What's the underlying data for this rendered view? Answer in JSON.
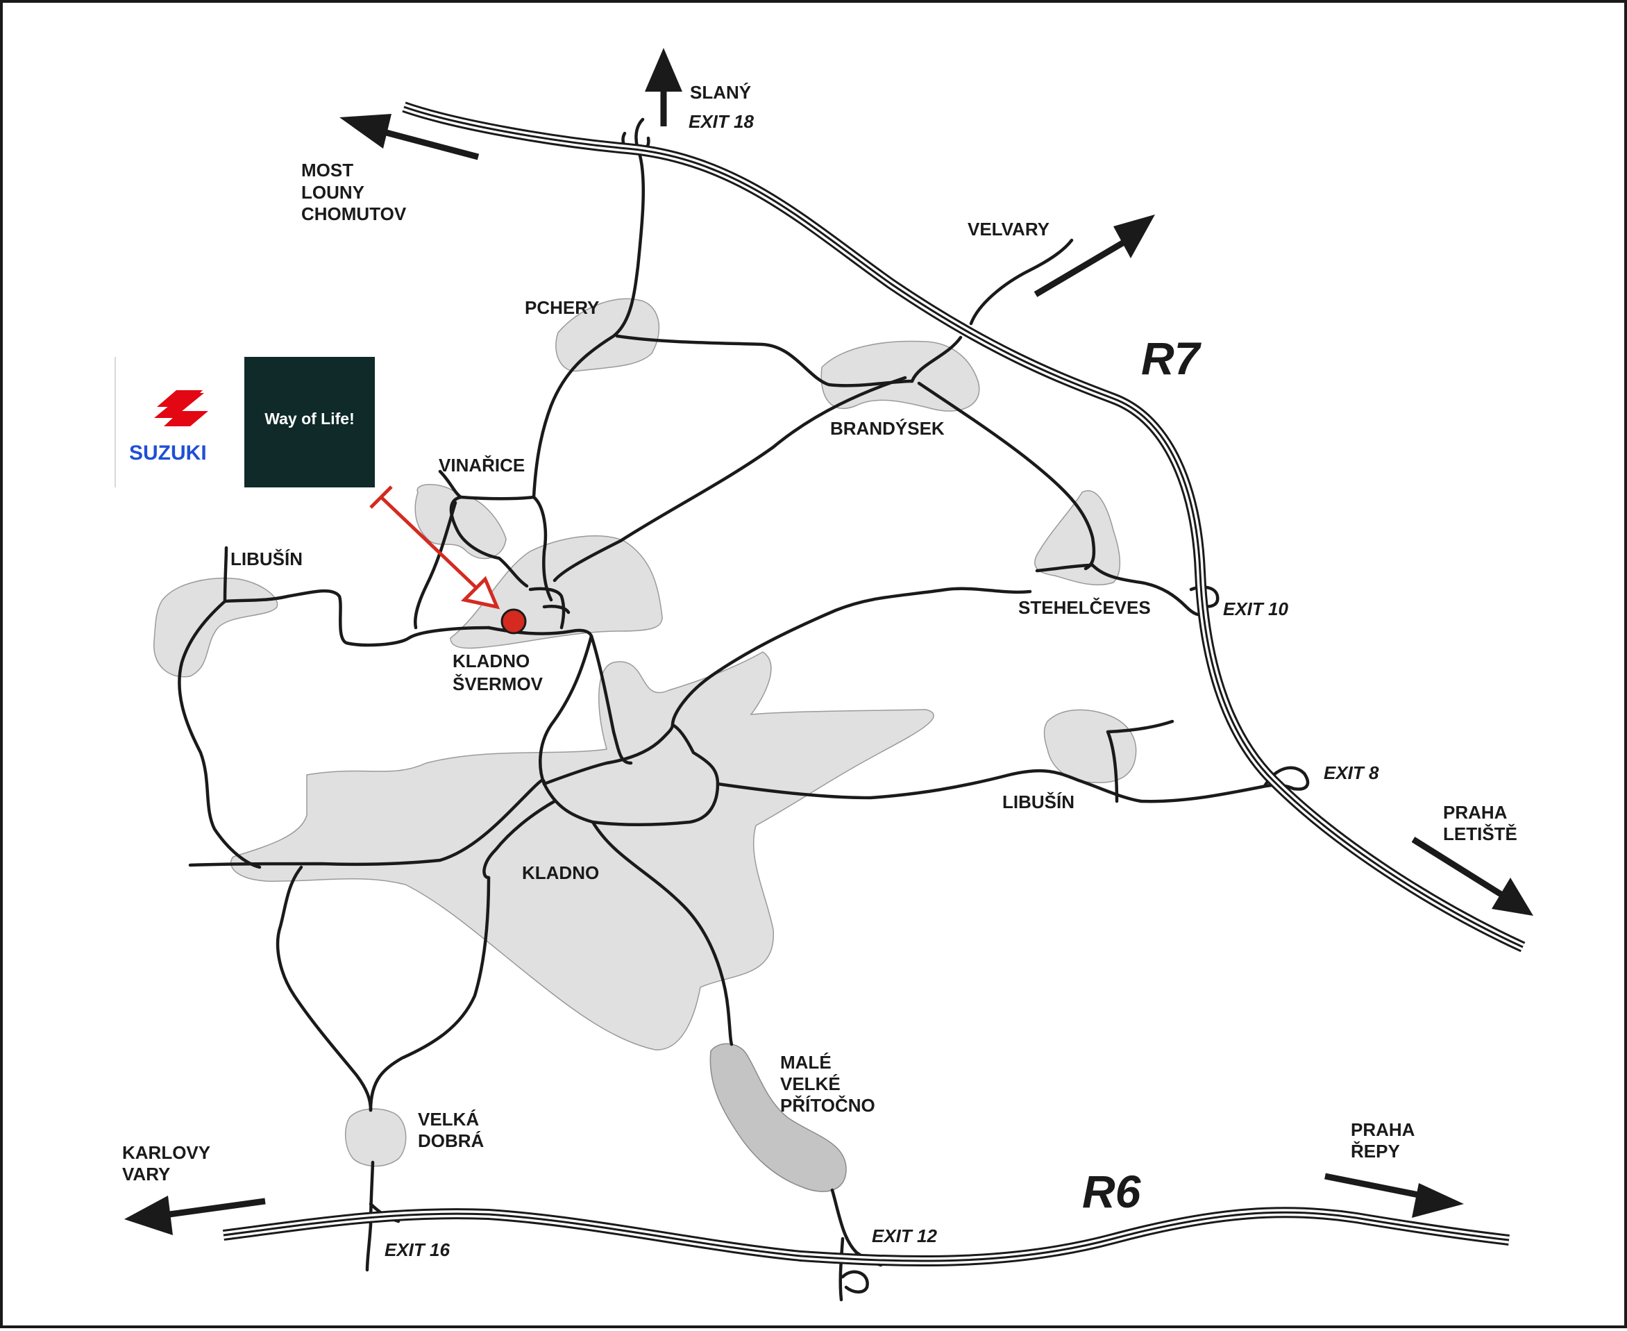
{
  "colors": {
    "ink": "#1a1a1a",
    "town_fill": "#e0e0e0",
    "town_fill_dark": "#c4c4c4",
    "marker_red": "#d42a20",
    "suzuki_red": "#e30613",
    "suzuki_blue": "#1f4fd8",
    "slogan_bg": "#0f2a28"
  },
  "highways": {
    "r7": "R7",
    "r6": "R6"
  },
  "exits": {
    "exit18": "EXIT 18",
    "exit10": "EXIT 10",
    "exit8": "EXIT 8",
    "exit16": "EXIT 16",
    "exit12": "EXIT 12"
  },
  "destinations": {
    "slany": "SLANÝ",
    "most": [
      "MOST",
      "LOUNY",
      "CHOMUTOV"
    ],
    "velvary": "VELVARY",
    "praha_letiste": [
      "PRAHA",
      "LETIŠTĚ"
    ],
    "karlovy_vary": [
      "KARLOVY",
      "VARY"
    ],
    "praha_repy": [
      "PRAHA",
      "ŘEPY"
    ]
  },
  "places": {
    "pchery": "PCHERY",
    "brandysek": "BRANDÝSEK",
    "vinarice": "VINAŘICE",
    "libusin_west": "LIBUŠÍN",
    "stehelceves": "STEHELČEVES",
    "kladno_svermov": [
      "KLADNO",
      "ŠVERMOV"
    ],
    "libusin_east": "LIBUŠÍN",
    "kladno": "KLADNO",
    "velka_dobra": [
      "VELKÁ",
      "DOBRÁ"
    ],
    "pritocno": [
      "MALÉ",
      "VELKÉ",
      "PŘÍTOČNO"
    ]
  },
  "logo": {
    "brand": "SUZUKI",
    "slogan": "Way of Life!"
  },
  "icons": {
    "destination_marker": "red-dot-icon",
    "pointer": "red-arrow-icon",
    "direction": "black-arrow-icon"
  }
}
